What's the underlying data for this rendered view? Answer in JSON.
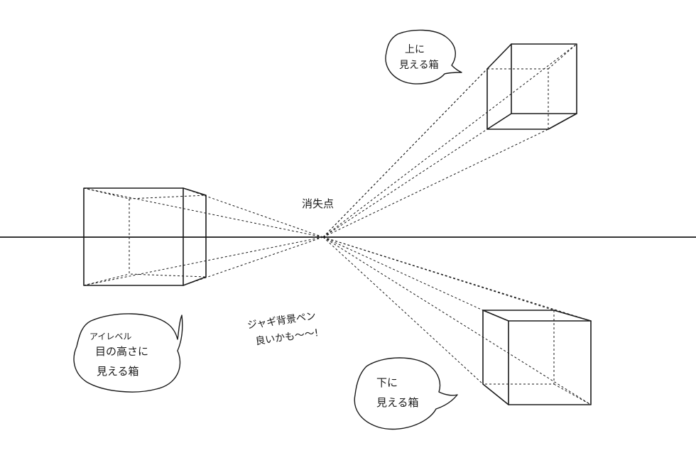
{
  "labels": {
    "vanishing_point": "消失点",
    "pen_note_line1": "ジャギ背景ペン",
    "pen_note_line2": "良いかも〜〜!"
  },
  "bubbles": {
    "above": {
      "line1": "上に",
      "line2": "見える箱"
    },
    "eye_level": {
      "line1": "アイレベル",
      "line2": "目の高さに",
      "line3": "見える箱"
    },
    "below": {
      "line1": "下に",
      "line2": "見える箱"
    }
  },
  "colors": {
    "ink": "#1a1a1a",
    "background": "#ffffff"
  }
}
